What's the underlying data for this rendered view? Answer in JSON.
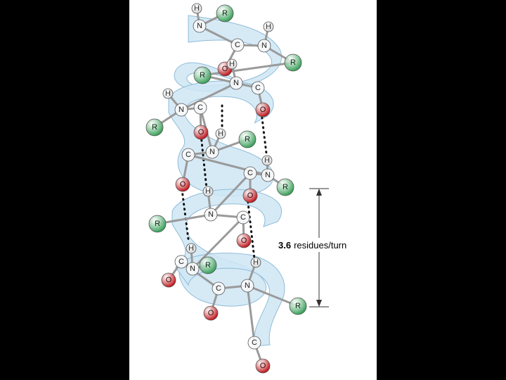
{
  "figure": {
    "caption_value": "3.6",
    "caption_unit": "residues/turn",
    "colors": {
      "background": "#000000",
      "panel": "#ffffff",
      "ribbon": "#cfe6f5",
      "ribbon_edge": "#8fbcd8",
      "r_group": "#3aa05a",
      "oxygen": "#c0151b",
      "hydrogen": "#d9d9d9",
      "backbone_atom": "#f4f6f8",
      "bond": "#9a9a9a"
    }
  },
  "atoms": [
    {
      "el": "H",
      "label": "H"
    },
    {
      "el": "R",
      "label": "R"
    },
    {
      "el": "N",
      "label": "N"
    },
    {
      "el": "C",
      "label": "C"
    },
    {
      "el": "N",
      "label": "N"
    },
    {
      "el": "H",
      "label": "H"
    },
    {
      "el": "R",
      "label": "R"
    },
    {
      "el": "O",
      "label": "O"
    },
    {
      "el": "H",
      "label": "H"
    },
    {
      "el": "R",
      "label": "R"
    },
    {
      "el": "N",
      "label": "N"
    },
    {
      "el": "C",
      "label": "C"
    },
    {
      "el": "H",
      "label": "H"
    },
    {
      "el": "N",
      "label": "N"
    },
    {
      "el": "C",
      "label": "C"
    },
    {
      "el": "O",
      "label": "O"
    },
    {
      "el": "R",
      "label": "R"
    },
    {
      "el": "O",
      "label": "O"
    },
    {
      "el": "H",
      "label": "H"
    },
    {
      "el": "R",
      "label": "R"
    },
    {
      "el": "N",
      "label": "N"
    },
    {
      "el": "C",
      "label": "C"
    },
    {
      "el": "H",
      "label": "H"
    },
    {
      "el": "N",
      "label": "N"
    },
    {
      "el": "C",
      "label": "C"
    },
    {
      "el": "O",
      "label": "O"
    },
    {
      "el": "O",
      "label": "O"
    },
    {
      "el": "R",
      "label": "R"
    },
    {
      "el": "H",
      "label": "H"
    },
    {
      "el": "N",
      "label": "N"
    },
    {
      "el": "C",
      "label": "C"
    },
    {
      "el": "R",
      "label": "R"
    },
    {
      "el": "O",
      "label": "O"
    },
    {
      "el": "H",
      "label": "H"
    },
    {
      "el": "C",
      "label": "C"
    },
    {
      "el": "N",
      "label": "N"
    },
    {
      "el": "R",
      "label": "R"
    },
    {
      "el": "O",
      "label": "O"
    },
    {
      "el": "H",
      "label": "H"
    },
    {
      "el": "C",
      "label": "C"
    },
    {
      "el": "O",
      "label": "O"
    },
    {
      "el": "N",
      "label": "N"
    },
    {
      "el": "R",
      "label": "R"
    },
    {
      "el": "C",
      "label": "C"
    },
    {
      "el": "O",
      "label": "O"
    }
  ]
}
